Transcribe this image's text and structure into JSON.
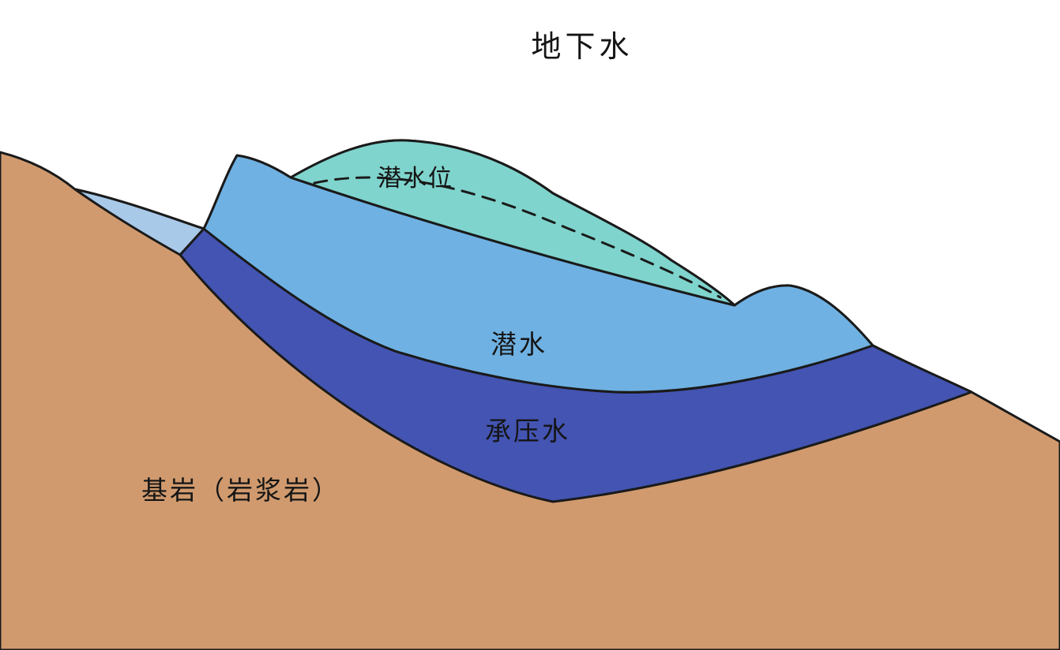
{
  "title": "地下水",
  "labels": {
    "water_table": "潜水位",
    "phreatic_water": "潜水",
    "confined_water": "承压水",
    "bedrock": "基岩（岩浆岩）"
  },
  "colors": {
    "background": "#ffffff",
    "bedrock": "#d09a6e",
    "unsaturated_cap": "#7fd4cd",
    "phreatic_layer": "#6fb1e2",
    "confined_layer": "#4354b2",
    "lake": "#a9c9e9",
    "outline": "#1a1a1a",
    "text": "#151515"
  }
}
